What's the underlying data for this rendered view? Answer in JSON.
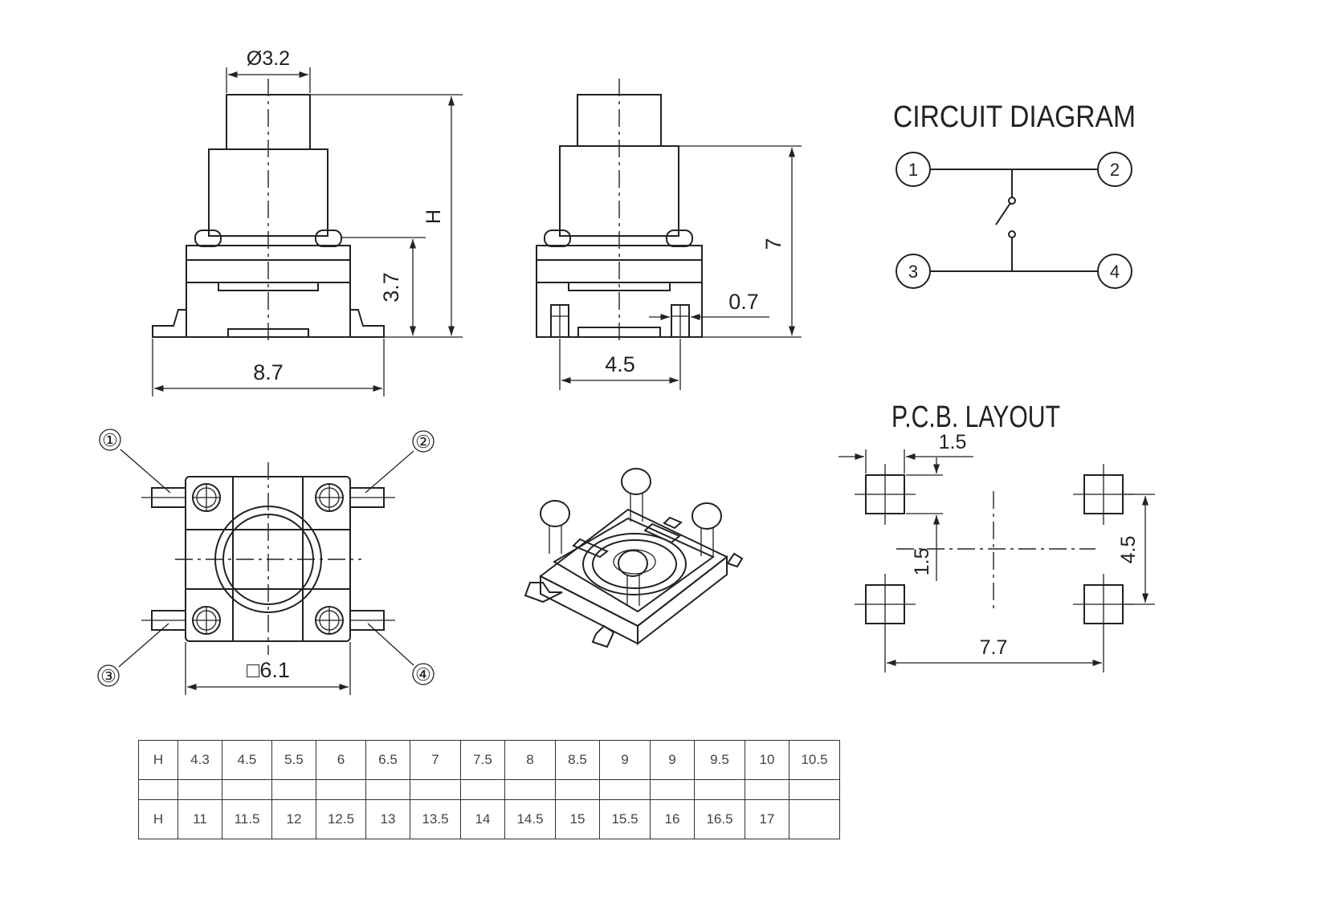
{
  "dimensions": {
    "button_diameter": "Ø3.2",
    "height_label": "H",
    "base_height": "3.7",
    "overall_width": "8.7",
    "side_height": "7",
    "terminal_width": "0.7",
    "side_pin_pitch": "4.5",
    "body_square": "□6.1"
  },
  "circuit": {
    "title": "CIRCUIT   DIAGRAM",
    "pins": [
      "1",
      "2",
      "3",
      "4"
    ]
  },
  "bottom_view": {
    "pins": [
      "①",
      "②",
      "③",
      "④"
    ]
  },
  "pcb": {
    "title": "P.C.B. LAYOUT",
    "pad_size_h": "1.5",
    "pad_size_v": "1.5",
    "pitch_y": "4.5",
    "pitch_x": "7.7"
  },
  "height_table": {
    "rows": [
      [
        "H",
        "4.3",
        "4.5",
        "5.5",
        "6",
        "6.5",
        "7",
        "7.5",
        "8",
        "8.5",
        "9",
        "9",
        "9.5",
        "10",
        "10.5"
      ],
      [
        "",
        "",
        "",
        "",
        "",
        "",
        "",
        "",
        "",
        "",
        "",
        "",
        "",
        "",
        ""
      ],
      [
        "H",
        "11",
        "11.5",
        "12",
        "12.5",
        "13",
        "13.5",
        "14",
        "14.5",
        "15",
        "15.5",
        "16",
        "16.5",
        "17",
        ""
      ]
    ]
  }
}
